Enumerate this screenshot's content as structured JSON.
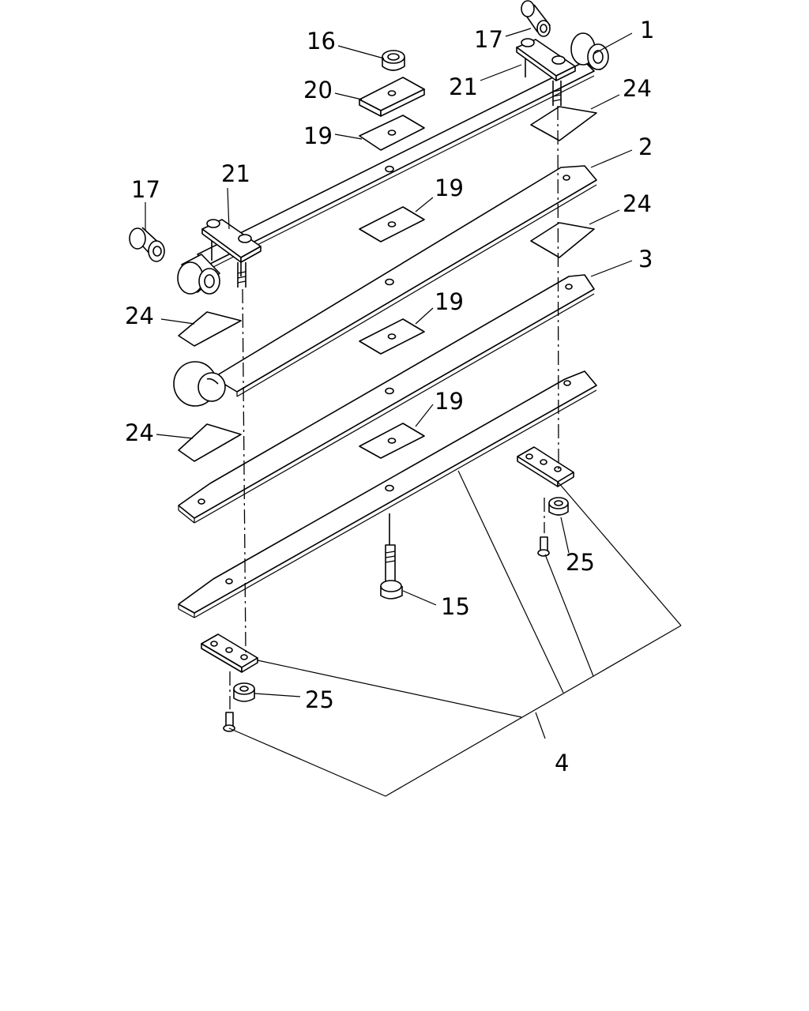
{
  "callouts": [
    {
      "id": "c1",
      "text": "1"
    },
    {
      "id": "c2",
      "text": "2"
    },
    {
      "id": "c3",
      "text": "3"
    },
    {
      "id": "c4",
      "text": "4"
    },
    {
      "id": "c15",
      "text": "15"
    },
    {
      "id": "c16",
      "text": "16"
    },
    {
      "id": "c17a",
      "text": "17"
    },
    {
      "id": "c17b",
      "text": "17"
    },
    {
      "id": "c19a",
      "text": "19"
    },
    {
      "id": "c19b",
      "text": "19"
    },
    {
      "id": "c19c",
      "text": "19"
    },
    {
      "id": "c19d",
      "text": "19"
    },
    {
      "id": "c20",
      "text": "20"
    },
    {
      "id": "c21a",
      "text": "21"
    },
    {
      "id": "c21b",
      "text": "21"
    },
    {
      "id": "c24a",
      "text": "24"
    },
    {
      "id": "c24b",
      "text": "24"
    },
    {
      "id": "c24c",
      "text": "24"
    },
    {
      "id": "c24d",
      "text": "24"
    },
    {
      "id": "c25a",
      "text": "25"
    },
    {
      "id": "c25b",
      "text": "25"
    }
  ]
}
